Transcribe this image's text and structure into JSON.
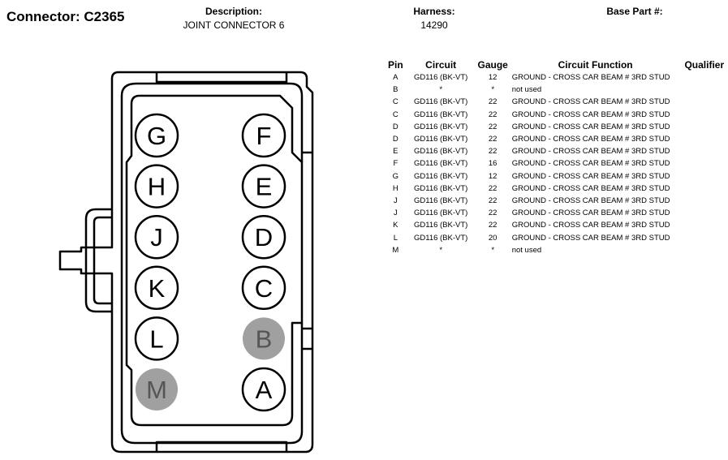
{
  "connector": {
    "title": "Connector: C2365"
  },
  "header": {
    "description_label": "Description:",
    "description_value": "JOINT CONNECTOR 6",
    "harness_label": "Harness:",
    "harness_value": "14290",
    "base_part_label": "Base Part #:",
    "base_part_value": ""
  },
  "colors": {
    "unused_pin_fill": "#a0a0a0",
    "outline": "#000000"
  },
  "diagram": {
    "pins": [
      {
        "label": "G",
        "used": true
      },
      {
        "label": "F",
        "used": true
      },
      {
        "label": "H",
        "used": true
      },
      {
        "label": "E",
        "used": true
      },
      {
        "label": "J",
        "used": true
      },
      {
        "label": "D",
        "used": true
      },
      {
        "label": "K",
        "used": true
      },
      {
        "label": "C",
        "used": true
      },
      {
        "label": "L",
        "used": true
      },
      {
        "label": "B",
        "used": false
      },
      {
        "label": "M",
        "used": false
      },
      {
        "label": "A",
        "used": true
      }
    ]
  },
  "table": {
    "headers": {
      "pin": "Pin",
      "circuit": "Circuit",
      "gauge": "Gauge",
      "function": "Circuit Function",
      "qualifier": "Qualifier"
    },
    "rows": [
      {
        "pin": "A",
        "circuit": "GD116 (BK-VT)",
        "gauge": "12",
        "function": "GROUND - CROSS CAR BEAM # 3RD STUD",
        "qualifier": ""
      },
      {
        "pin": "B",
        "circuit": "*",
        "gauge": "*",
        "function": "not used",
        "qualifier": ""
      },
      {
        "pin": "C",
        "circuit": "GD116 (BK-VT)",
        "gauge": "22",
        "function": "GROUND - CROSS CAR BEAM # 3RD STUD",
        "qualifier": ""
      },
      {
        "pin": "C",
        "circuit": "GD116 (BK-VT)",
        "gauge": "22",
        "function": "GROUND - CROSS CAR BEAM # 3RD STUD",
        "qualifier": ""
      },
      {
        "pin": "D",
        "circuit": "GD116 (BK-VT)",
        "gauge": "22",
        "function": "GROUND - CROSS CAR BEAM # 3RD STUD",
        "qualifier": ""
      },
      {
        "pin": "D",
        "circuit": "GD116 (BK-VT)",
        "gauge": "22",
        "function": "GROUND - CROSS CAR BEAM # 3RD STUD",
        "qualifier": ""
      },
      {
        "pin": "E",
        "circuit": "GD116 (BK-VT)",
        "gauge": "22",
        "function": "GROUND - CROSS CAR BEAM # 3RD STUD",
        "qualifier": ""
      },
      {
        "pin": "F",
        "circuit": "GD116 (BK-VT)",
        "gauge": "16",
        "function": "GROUND - CROSS CAR BEAM # 3RD STUD",
        "qualifier": ""
      },
      {
        "pin": "G",
        "circuit": "GD116 (BK-VT)",
        "gauge": "12",
        "function": "GROUND - CROSS CAR BEAM # 3RD STUD",
        "qualifier": ""
      },
      {
        "pin": "H",
        "circuit": "GD116 (BK-VT)",
        "gauge": "22",
        "function": "GROUND - CROSS CAR BEAM # 3RD STUD",
        "qualifier": ""
      },
      {
        "pin": "J",
        "circuit": "GD116 (BK-VT)",
        "gauge": "22",
        "function": "GROUND - CROSS CAR BEAM # 3RD STUD",
        "qualifier": ""
      },
      {
        "pin": "J",
        "circuit": "GD116 (BK-VT)",
        "gauge": "22",
        "function": "GROUND - CROSS CAR BEAM # 3RD STUD",
        "qualifier": ""
      },
      {
        "pin": "K",
        "circuit": "GD116 (BK-VT)",
        "gauge": "22",
        "function": "GROUND - CROSS CAR BEAM # 3RD STUD",
        "qualifier": ""
      },
      {
        "pin": "L",
        "circuit": "GD116 (BK-VT)",
        "gauge": "20",
        "function": "GROUND - CROSS CAR BEAM # 3RD STUD",
        "qualifier": ""
      },
      {
        "pin": "M",
        "circuit": "*",
        "gauge": "*",
        "function": "not used",
        "qualifier": ""
      }
    ]
  }
}
